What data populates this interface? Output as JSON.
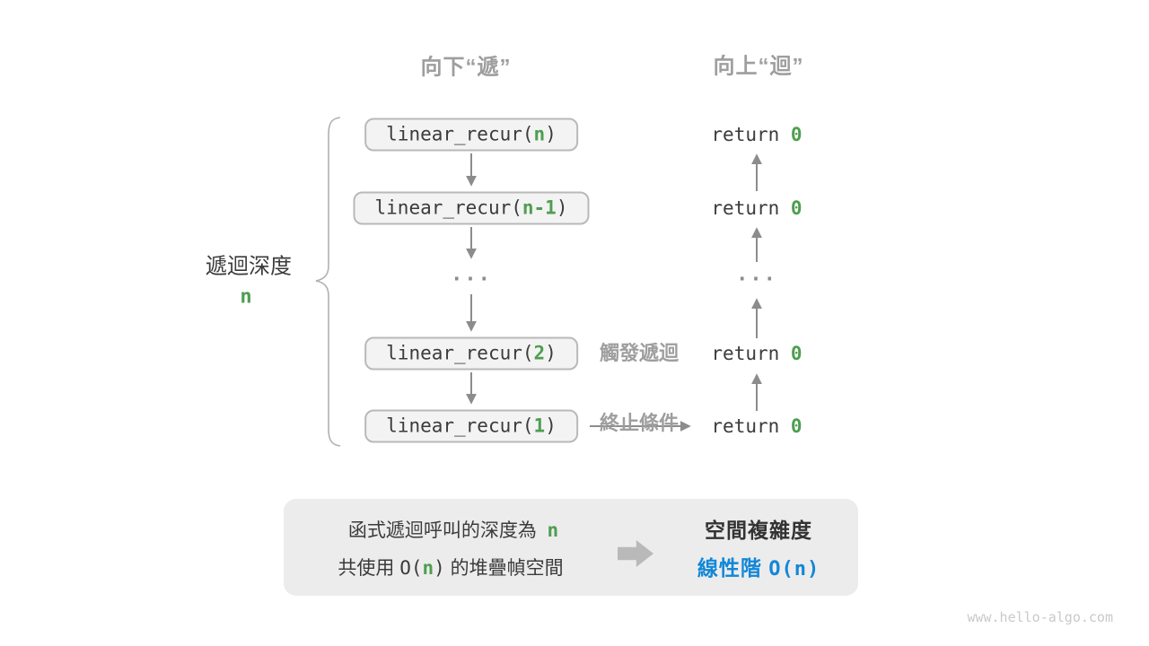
{
  "colors": {
    "green_accent": "#4e9e50",
    "blue_accent": "#1287d8",
    "gray_label": "#9e9e9e",
    "arrow_gray": "#8c8c8c",
    "box_border": "#b9b9b9",
    "box_fill": "#f3f3f3",
    "panel_fill": "#ececec",
    "text_dark": "#3b3b3b"
  },
  "headers": {
    "down": "向下“遞”",
    "up": "向上“迴”"
  },
  "stack": {
    "boxes": [
      {
        "pre": "linear_recur(",
        "arg": "n",
        "post": ")"
      },
      {
        "pre": "linear_recur(",
        "arg": "n-1",
        "post": ")"
      },
      {
        "pre": "linear_recur(",
        "arg": "2",
        "post": ")"
      },
      {
        "pre": "linear_recur(",
        "arg": "1",
        "post": ")"
      }
    ],
    "ellipsis": "..."
  },
  "returns": {
    "pre": "return ",
    "value": "0",
    "ellipsis": "..."
  },
  "depth_label": {
    "text": "遞迴深度",
    "value": "n"
  },
  "trigger_label": {
    "line1": "觸發遞迴",
    "line2": "終止條件"
  },
  "summary": {
    "line1_text": "函式遞迴呼叫的深度為  ",
    "line1_value": "n",
    "line2_a": "共使用 ",
    "line2_b": "O(",
    "line2_value": "n",
    "line2_c": ")",
    "line2_d": " 的堆疊幀空間",
    "right_title": "空間複雜度",
    "right_value_a": "線性階 ",
    "right_value_b": "O(n)"
  },
  "watermark": "www.hello-algo.com"
}
